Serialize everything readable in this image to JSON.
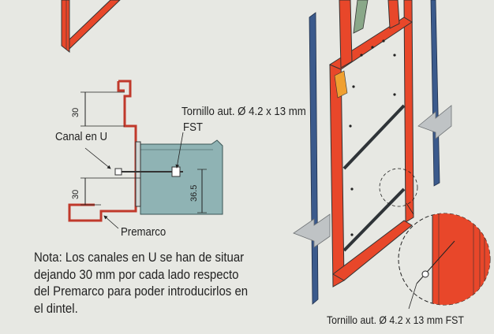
{
  "labels": {
    "screw_top": "Tornillo aut. Ø 4.2 x 13 mm",
    "screw_top_fst": "FST",
    "canal": "Canal en U",
    "premarco": "Premarco",
    "screw_bottom": "Tornillo aut. Ø 4.2 x 13 mm FST"
  },
  "dimensions": {
    "top": "30",
    "bottom": "30",
    "right": "36.5"
  },
  "note_lines": [
    "Nota: Los canales en U se han de situar",
    "dejando 30 mm por cada lado respecto",
    "del Premarco para poder introducirlos en",
    "el dintel."
  ],
  "colors": {
    "background": "#e7e8e3",
    "frame_red": "#e8472a",
    "panel_teal": "#8fb3b4",
    "post_blue": "#3b5a8c",
    "premarco_red": "#c0392b"
  }
}
